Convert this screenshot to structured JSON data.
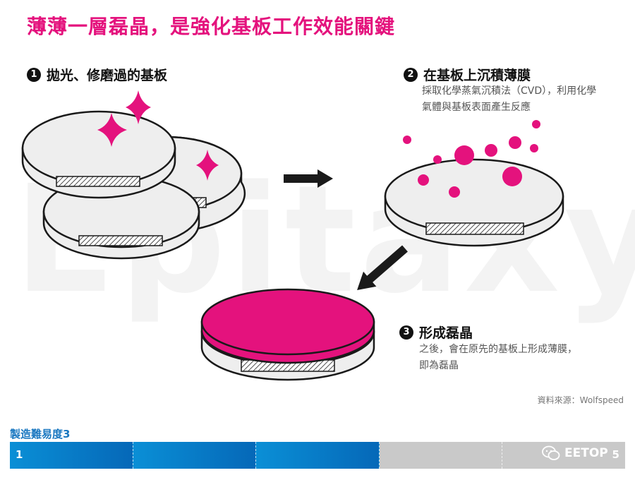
{
  "title": "薄薄一層磊晶，是強化基板工作效能關鍵",
  "watermark": "Epitaxy",
  "steps": [
    {
      "num": "1",
      "heading": "拋光、修磨過的基板"
    },
    {
      "num": "2",
      "heading": "在基板上沉積薄膜",
      "desc_lines": [
        "採取化學蒸氣沉積法（CVD），利用化學",
        "氣體與基板表面產生反應"
      ]
    },
    {
      "num": "3",
      "heading": "形成磊晶",
      "desc_lines": [
        "之後，會在原先的基板上形成薄膜，",
        "即為磊晶"
      ]
    }
  ],
  "source": "資料來源：Wolfspeed",
  "difficulty": {
    "label": "製造難易度",
    "value": "3",
    "min_label": "1",
    "max_label": "5",
    "level": 3,
    "max": 5
  },
  "watermark_brand": "EETOP",
  "colors": {
    "accent": "#e4127d",
    "bar_blue": "#0a8fd6",
    "bar_gray": "#c9c9c9",
    "wafer_fill": "#eeeeee",
    "outline": "#1a1a1a"
  }
}
